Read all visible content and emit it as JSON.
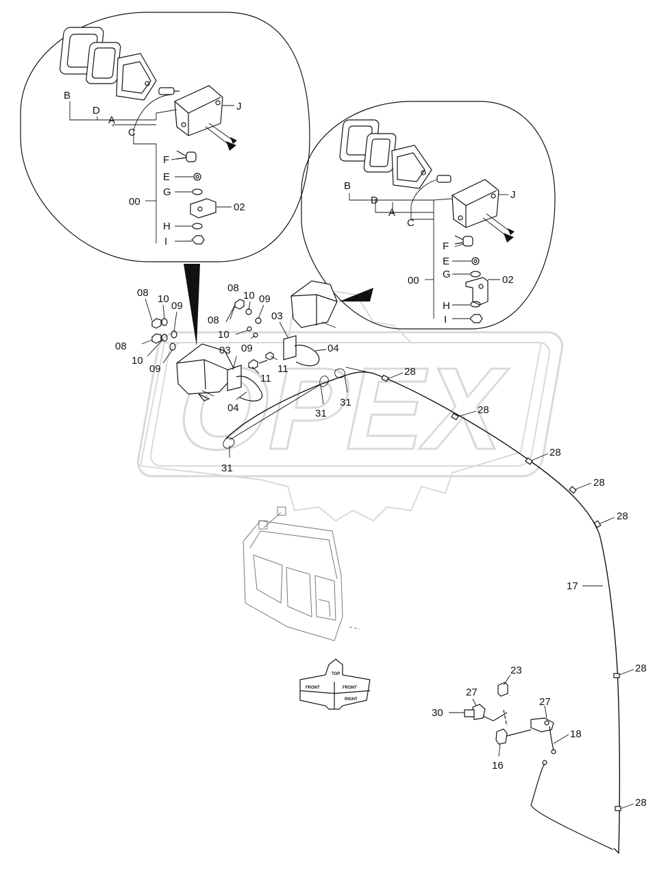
{
  "watermark": {
    "text": "OPEX",
    "color": "#d9d9d9"
  },
  "detail_upper": {
    "labels": {
      "B": "B",
      "D": "D",
      "A": "A",
      "C": "C",
      "J": "J",
      "F": "F",
      "E": "E",
      "G": "G",
      "H": "H",
      "I": "I",
      "assembly": "00",
      "bracket": "02"
    }
  },
  "detail_right": {
    "labels": {
      "B": "B",
      "D": "D",
      "A": "A",
      "C": "C",
      "J": "J",
      "F": "F",
      "E": "E",
      "G": "G",
      "H": "H",
      "I": "I",
      "assembly": "00",
      "bracket": "02"
    }
  },
  "callouts": {
    "p08a": "08",
    "p08b": "08",
    "p08c": "08",
    "p08d": "08",
    "p10a": "10",
    "p10b": "10",
    "p10c": "10",
    "p10d": "10",
    "p09a": "09",
    "p09b": "09",
    "p09c": "09",
    "p09d": "09",
    "p03a": "03",
    "p03b": "03",
    "p04a": "04",
    "p04b": "04",
    "p11a": "11",
    "p11b": "11",
    "p31a": "31",
    "p31b": "31",
    "p31c": "31",
    "p28a": "28",
    "p28b": "28",
    "p28c": "28",
    "p28d": "28",
    "p28e": "28",
    "p28f": "28",
    "p28g": "28",
    "p17": "17",
    "p23": "23",
    "p27a": "27",
    "p27b": "27",
    "p30": "30",
    "p18": "18",
    "p16": "16"
  },
  "orientation_arrow": {
    "front_left": "FRONT",
    "top": "TOP",
    "front_right": "FRONT",
    "right": "RIGHT"
  }
}
